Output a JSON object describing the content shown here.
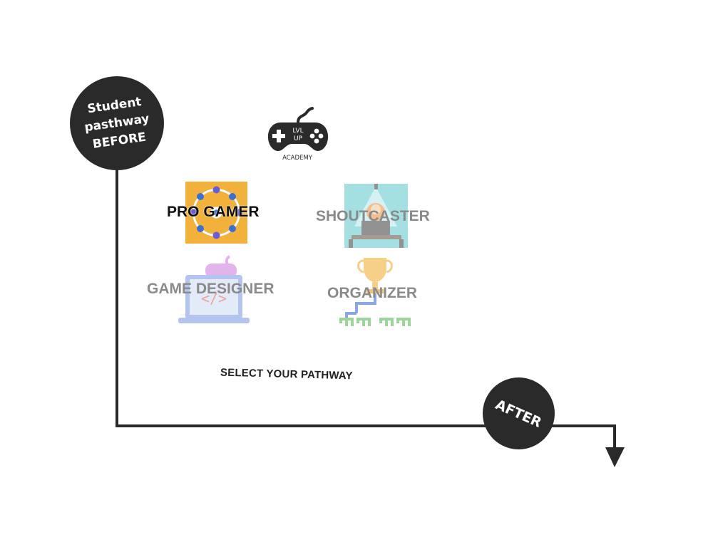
{
  "before_circle": {
    "label_lines": [
      "Student",
      "pasthway",
      "BEFORE"
    ]
  },
  "after_circle": {
    "label": "AFTER"
  },
  "logo": {
    "line1": "LVL",
    "line2": "UP",
    "line3": "ACADEMY"
  },
  "pathways": [
    {
      "label": "PRO GAMER",
      "icon": "orbit-controllers-icon",
      "selected": true
    },
    {
      "label": "SHOUTCASTER",
      "icon": "streamer-desk-icon",
      "selected": false
    },
    {
      "label": "GAME DESIGNER",
      "icon": "laptop-gamepad-icon",
      "selected": false
    },
    {
      "label": "ORGANIZER",
      "icon": "trophy-bracket-icon",
      "selected": false
    }
  ],
  "prompt": "SELECT YOUR PATHWAY",
  "colors": {
    "dark": "#2a2a2a",
    "faded_text": "#8a8a8a",
    "pro_gamer_bg": "#f1b13a"
  }
}
